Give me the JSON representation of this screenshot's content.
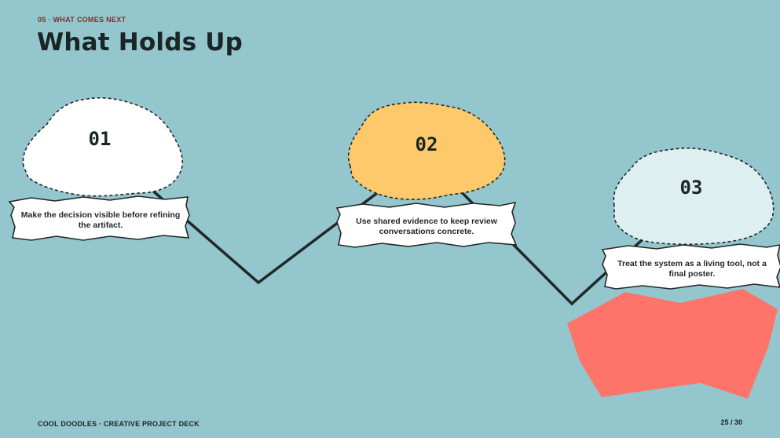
{
  "header": {
    "eyebrow": "05 · WHAT COMES NEXT",
    "title": "What Holds Up"
  },
  "steps": [
    {
      "number": "01",
      "caption": "Make the decision visible before refining the artifact.",
      "fill": "#ffffff"
    },
    {
      "number": "02",
      "caption": "Use shared evidence to keep review conversations concrete.",
      "fill": "#fdc96b"
    },
    {
      "number": "03",
      "caption": "Treat the system as a living tool, not a final poster.",
      "fill": "#ddeff1"
    }
  ],
  "footer": {
    "deck": "COOL DOODLES · CREATIVE PROJECT DECK",
    "page": "25 / 30"
  },
  "colors": {
    "background": "#94c6cd",
    "accent_shape": "#ff746a",
    "line": "#222829"
  }
}
